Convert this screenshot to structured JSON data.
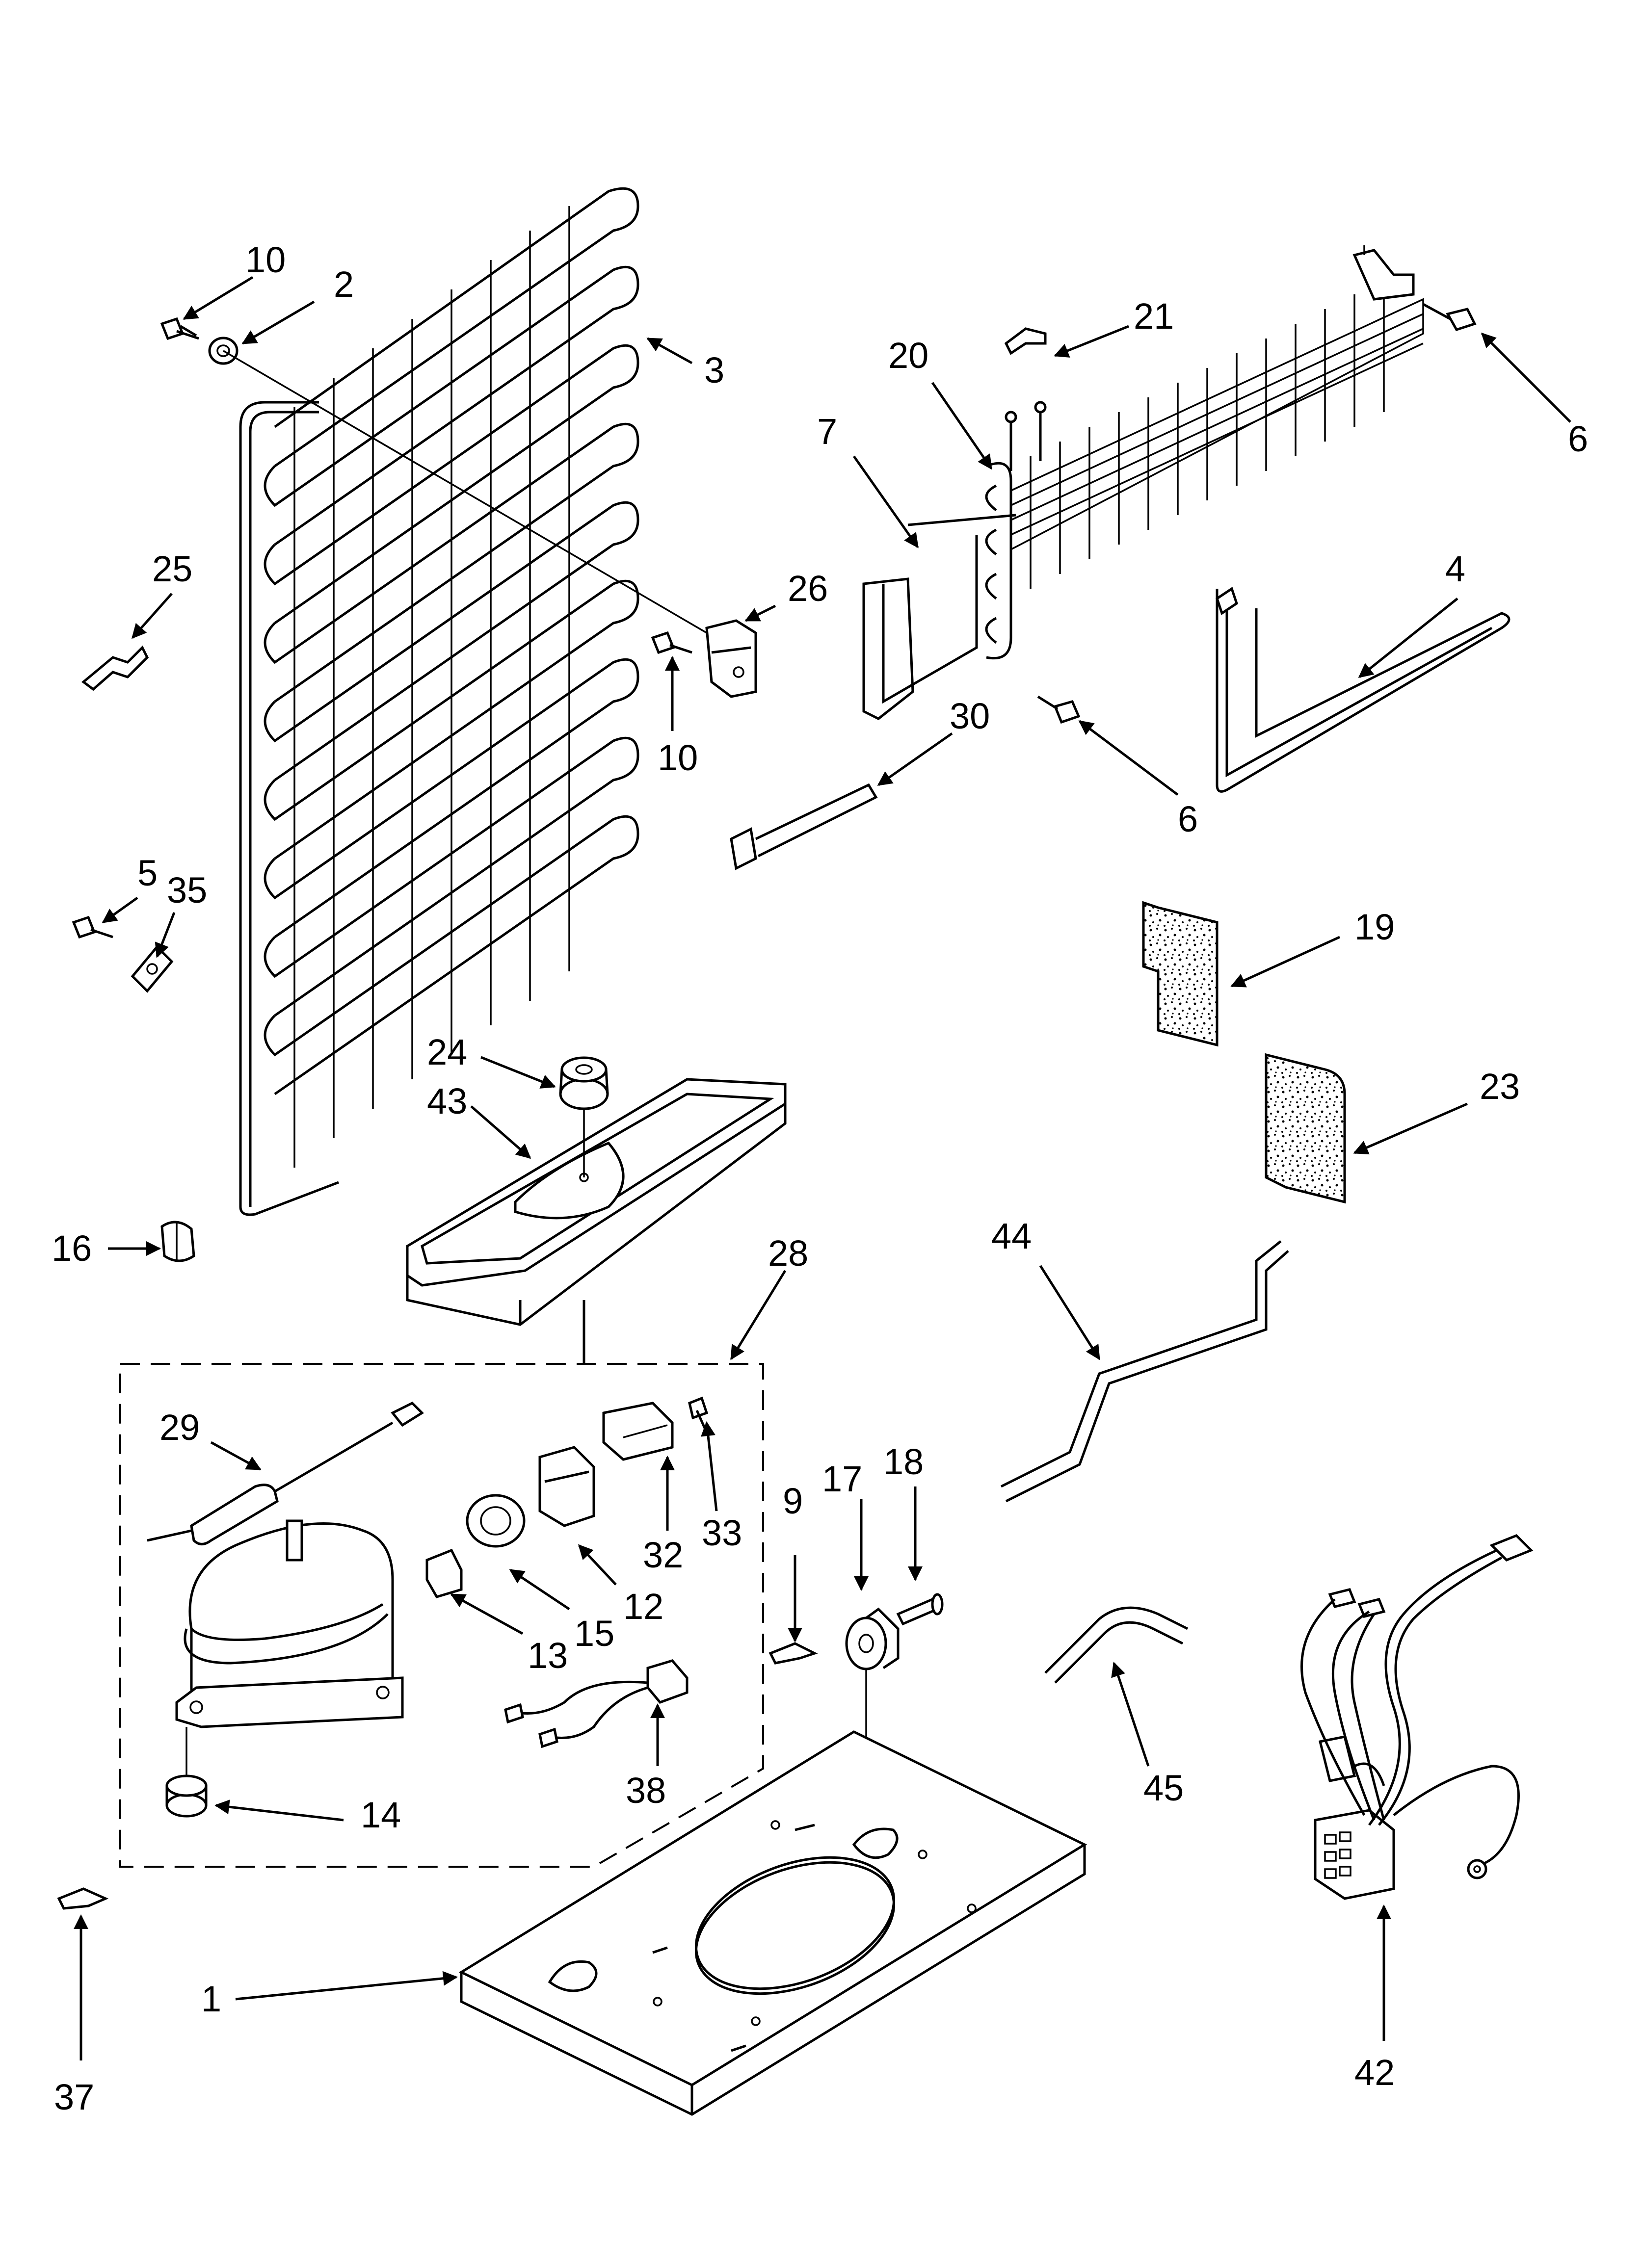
{
  "diagram": {
    "callouts": {
      "c1": "1",
      "c2": "2",
      "c3": "3",
      "c4": "4",
      "c5": "5",
      "c6a": "6",
      "c6b": "6",
      "c7": "7",
      "c9": "9",
      "c10a": "10",
      "c10b": "10",
      "c12": "12",
      "c13": "13",
      "c14": "14",
      "c15": "15",
      "c16": "16",
      "c17": "17",
      "c18": "18",
      "c19": "19",
      "c20": "20",
      "c21": "21",
      "c23": "23",
      "c24": "24",
      "c25": "25",
      "c26": "26",
      "c28": "28",
      "c29": "29",
      "c30": "30",
      "c32": "32",
      "c33": "33",
      "c35": "35",
      "c37": "37",
      "c38": "38",
      "c42": "42",
      "c43": "43",
      "c44": "44",
      "c45": "45"
    }
  }
}
